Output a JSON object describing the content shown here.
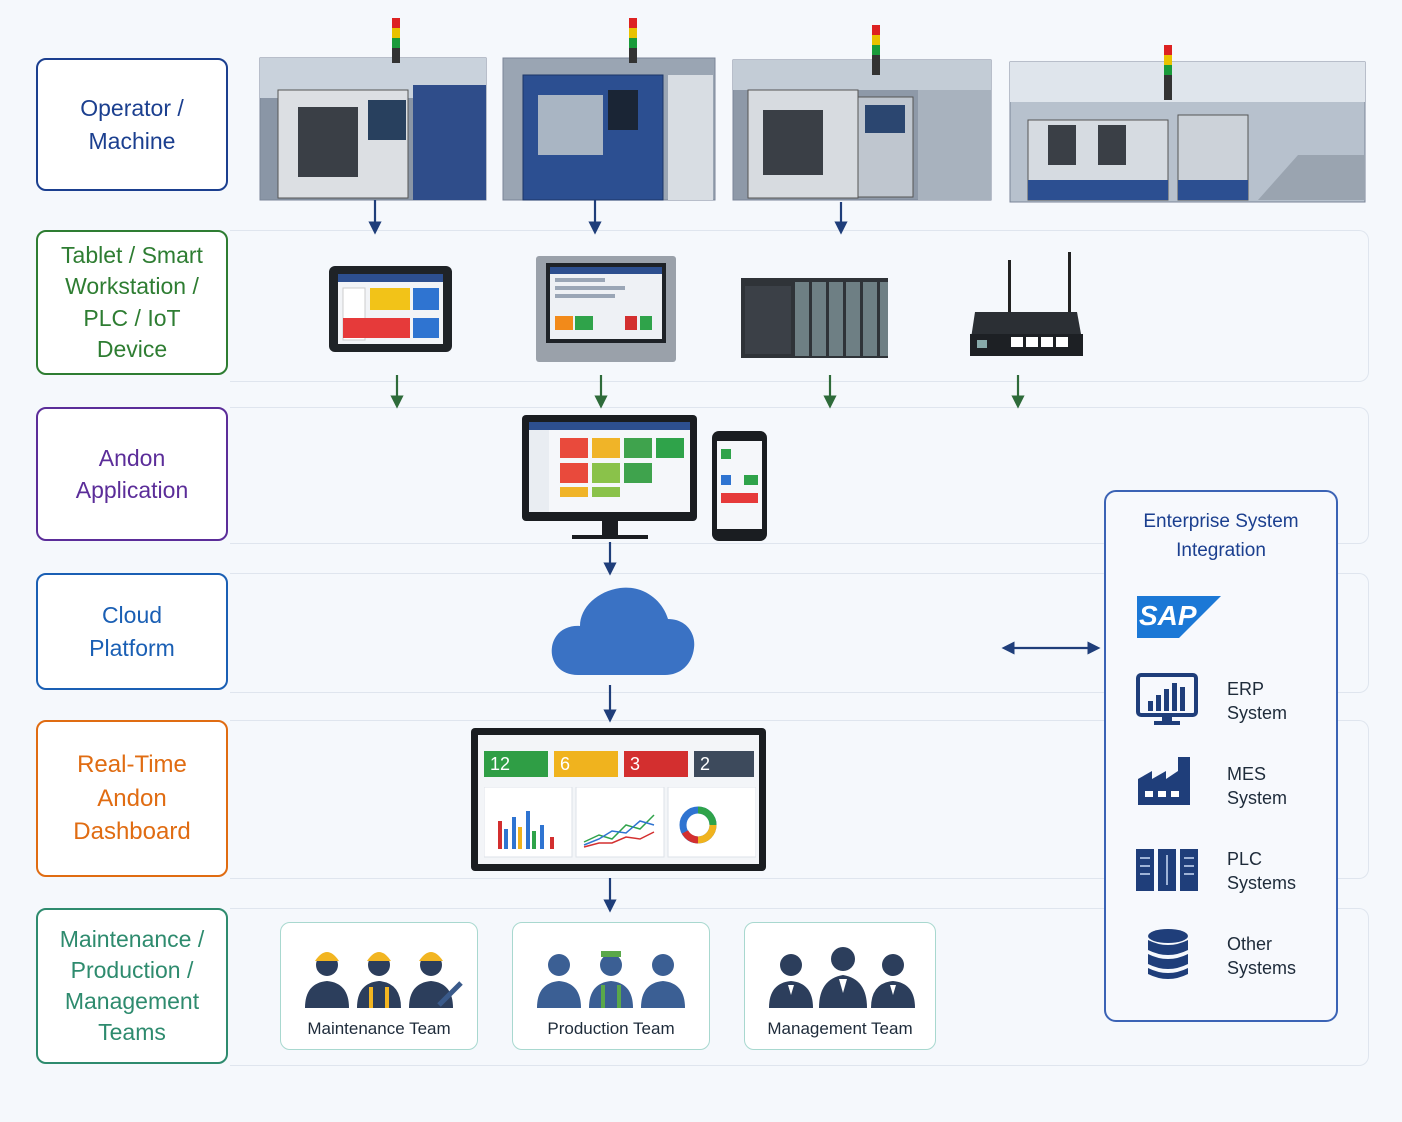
{
  "layers": [
    {
      "id": "operator",
      "label_lines": [
        "Operator /",
        "Machine"
      ],
      "color": "#1b3f8f"
    },
    {
      "id": "device",
      "label_lines": [
        "Tablet / Smart",
        "Workstation /",
        "PLC / IoT",
        "Device"
      ],
      "color": "#2e7d32"
    },
    {
      "id": "app",
      "label_lines": [
        "Andon",
        "Application"
      ],
      "color": "#5b2d99"
    },
    {
      "id": "cloud",
      "label_lines": [
        "Cloud",
        "Platform"
      ],
      "color": "#1a5fb4"
    },
    {
      "id": "dashboard",
      "label_lines": [
        "Real-Time",
        "Andon",
        "Dashboard"
      ],
      "color": "#e06c12"
    },
    {
      "id": "teams",
      "label_lines": [
        "Maintenance /",
        "Production /",
        "Management",
        "Teams"
      ],
      "color": "#2e8b6e"
    }
  ],
  "dashboard_kpis": [
    "12",
    "6",
    "3",
    "2"
  ],
  "teams": [
    "Maintenance Team",
    "Production Team",
    "Management Team"
  ],
  "enterprise": {
    "title_lines": [
      "Enterprise System",
      "Integration"
    ],
    "sap_logo": "SAP",
    "items": [
      {
        "icon": "erp-monitor-icon",
        "lines": [
          "ERP",
          "System"
        ]
      },
      {
        "icon": "factory-icon",
        "lines": [
          "MES",
          "System"
        ]
      },
      {
        "icon": "server-rack-icon",
        "lines": [
          "PLC",
          "Systems"
        ]
      },
      {
        "icon": "database-icon",
        "lines": [
          "Other",
          "Systems"
        ]
      }
    ]
  },
  "colors": {
    "arrow_blue": "#1f3e7a",
    "arrow_green": "#2e6b3a",
    "cloud": "#3a72c4",
    "enterprise_border": "#3b63b5"
  }
}
